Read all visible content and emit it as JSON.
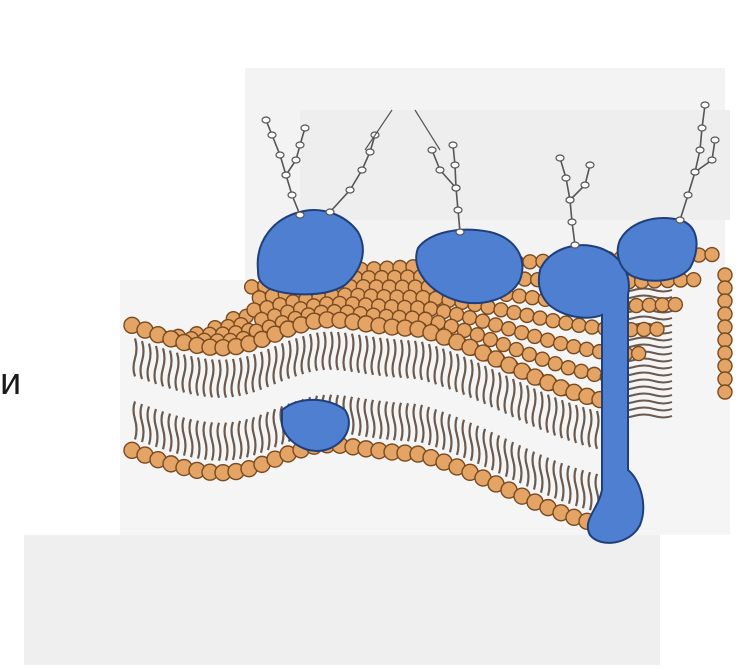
{
  "slide": {
    "text_fragment": "и"
  },
  "diagram": {
    "colors": {
      "phospholipid_head": "#E3A466",
      "head_outline": "#7A4A1E",
      "lipid_tail": "#6B5A4E",
      "protein_fill": "#4F7FD0",
      "protein_outline": "#1F3F7A",
      "glycan_chain": "#555555",
      "backdrop_gray": "#F0F0F1"
    },
    "icons": [
      "phospholipid-bilayer",
      "membrane-protein",
      "glycocalyx-chain"
    ]
  }
}
